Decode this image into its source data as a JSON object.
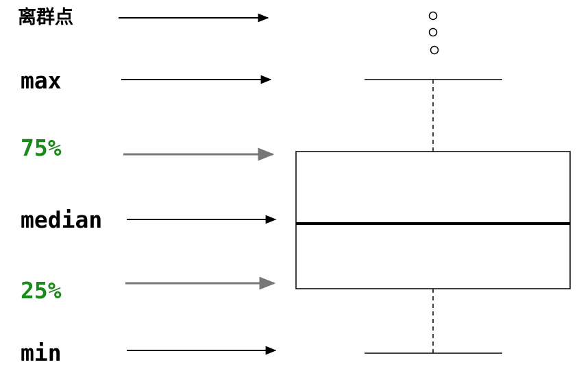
{
  "labels": {
    "outliers": "离群点",
    "max": "max",
    "q3": "75%",
    "median": "median",
    "q1": "25%",
    "min": "min"
  },
  "colors": {
    "black_label": "#000000",
    "green_label": "#1a8a1a",
    "dark_arrow": "#000000",
    "gray_arrow": "#777777"
  },
  "box_plot": {
    "outlier_count": 3
  }
}
